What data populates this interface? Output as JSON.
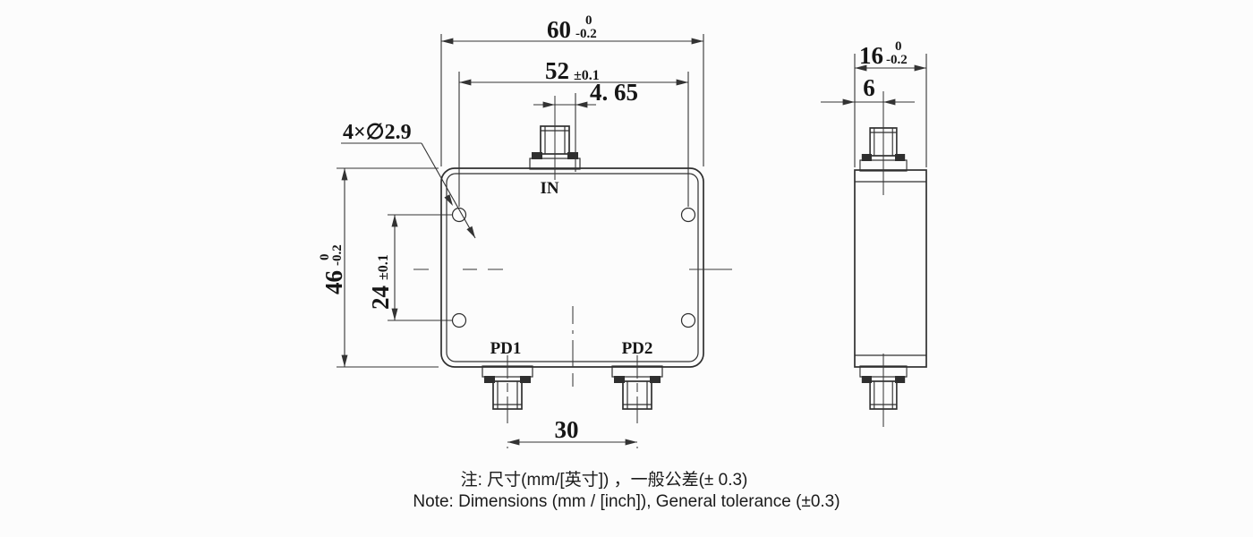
{
  "colors": {
    "line": "#2f2f2f",
    "text": "#161616",
    "background": "#fcfcfc"
  },
  "front_view": {
    "ports": {
      "input": "IN",
      "output_left": "PD1",
      "output_right": "PD2"
    },
    "dims": {
      "overall_width": {
        "value": "60",
        "tol_upper": "0",
        "tol_lower": "-0.2"
      },
      "hole_span_x": {
        "value": "52",
        "tol": "±0.1"
      },
      "input_offset": {
        "value": "4. 65"
      },
      "hole_callout": {
        "label": "4×∅2.9"
      },
      "overall_height": {
        "value": "46",
        "tol_upper": "0",
        "tol_lower": "-0.2"
      },
      "hole_span_y": {
        "value": "24",
        "tol": "±0.1"
      },
      "output_spacing": {
        "value": "30"
      }
    }
  },
  "side_view": {
    "dims": {
      "overall_depth": {
        "value": "16",
        "tol_upper": "0",
        "tol_lower": "-0.2"
      },
      "connector_offset": {
        "value": "6"
      }
    }
  },
  "notes": {
    "cn": "注: 尺寸(mm/[英寸]) ，一般公差(± 0.3)",
    "en": "Note: Dimensions (mm / [inch]), General tolerance (±0.3)"
  }
}
